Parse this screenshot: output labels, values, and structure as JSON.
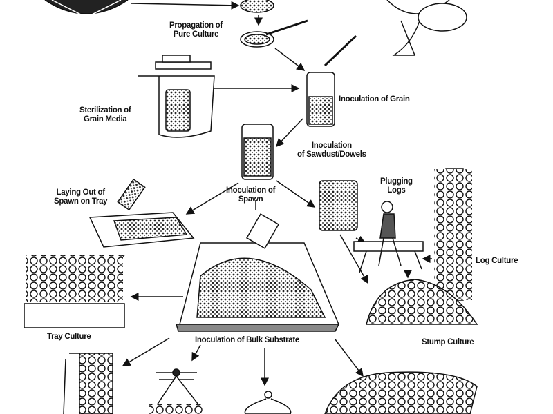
{
  "labels": {
    "propagation": [
      "Propagation of",
      "Pure Culture"
    ],
    "sterilization": [
      "Sterilization of",
      "Grain Media"
    ],
    "inoc_grain": "Inoculation of Grain",
    "inoc_sawdust": [
      "Inoculation",
      "of Sawdust/Dowels"
    ],
    "laying_out": [
      "Laying Out of",
      "Spawn on Tray"
    ],
    "inoc_spawn": [
      "Inoculation of",
      "Spawn"
    ],
    "plugging": [
      "Plugging",
      "Logs"
    ],
    "log_culture": "Log Culture",
    "tray_culture": "Tray Culture",
    "bulk_substrate": "Inoculation of Bulk Substrate",
    "stump_culture": "Stump Culture"
  },
  "colors": {
    "ink": "#111111",
    "paper": "#ffffff",
    "fill": "#555555"
  }
}
